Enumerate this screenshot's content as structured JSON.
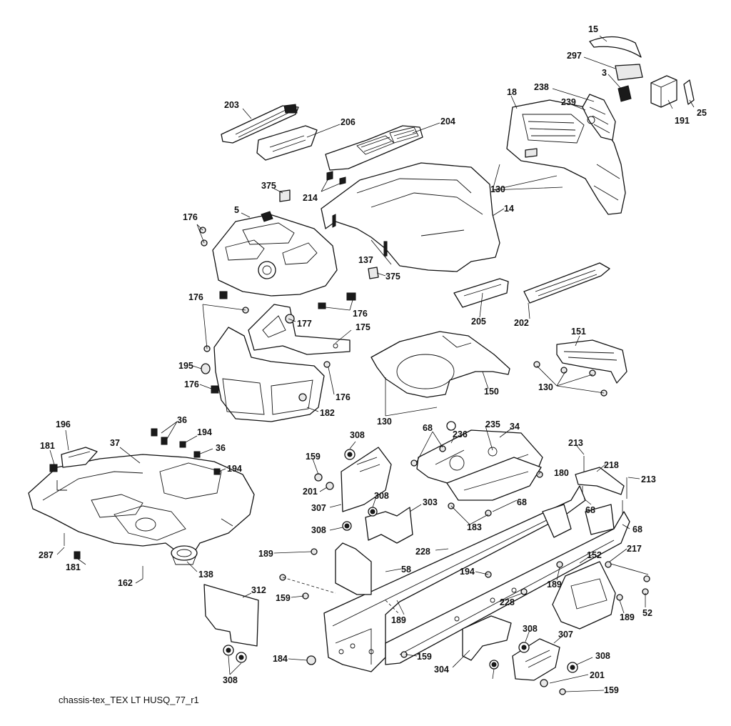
{
  "diagram": {
    "footer_caption": "chassis-tex_TEX LT HUSQ_77_r1",
    "callouts": [
      "15",
      "297",
      "3",
      "191",
      "25",
      "238",
      "239",
      "18",
      "130",
      "204",
      "203",
      "206",
      "214",
      "375",
      "14",
      "137",
      "375",
      "5",
      "176",
      "176",
      "176",
      "177",
      "175",
      "176",
      "195",
      "176",
      "182",
      "205",
      "202",
      "151",
      "130",
      "150",
      "130",
      "196",
      "181",
      "37",
      "36",
      "194",
      "36",
      "194",
      "287",
      "181",
      "162",
      "138",
      "312",
      "308",
      "159",
      "201",
      "307",
      "308",
      "303",
      "308",
      "68",
      "236",
      "235",
      "34",
      "180",
      "68",
      "183",
      "213",
      "218",
      "213",
      "68",
      "68",
      "189",
      "58",
      "228",
      "194",
      "228",
      "189",
      "159",
      "184",
      "159",
      "304",
      "308",
      "307",
      "308",
      "201",
      "159",
      "152",
      "217",
      "189",
      "189",
      "52",
      "308"
    ]
  }
}
